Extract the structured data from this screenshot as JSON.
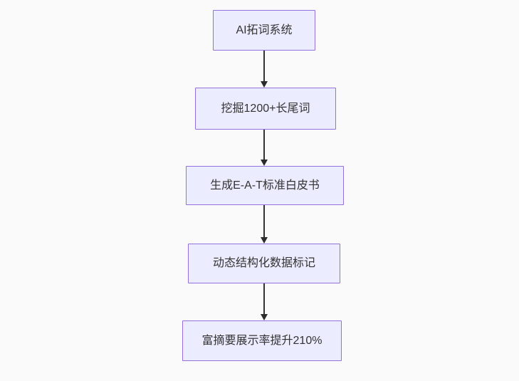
{
  "page": {
    "background_color": "#fafafa"
  },
  "diagram": {
    "type": "flowchart-top-down",
    "node_fill_color": "#ececff",
    "node_border_color": "#9370db",
    "text_color": "#333333",
    "arrow_color": "#333333",
    "nodes": [
      {
        "id": "n1",
        "label": "AI拓词系统"
      },
      {
        "id": "n2",
        "label": "挖掘1200+长尾词"
      },
      {
        "id": "n3",
        "label": "生成E-A-T标准白皮书"
      },
      {
        "id": "n4",
        "label": "动态结构化数据标记"
      },
      {
        "id": "n5",
        "label": "富摘要展示率提升210%"
      }
    ],
    "edges": [
      {
        "from": "n1",
        "to": "n2",
        "style": "arrow"
      },
      {
        "from": "n2",
        "to": "n3",
        "style": "arrow"
      },
      {
        "from": "n3",
        "to": "n4",
        "style": "arrow"
      },
      {
        "from": "n4",
        "to": "n5",
        "style": "arrow"
      }
    ]
  }
}
